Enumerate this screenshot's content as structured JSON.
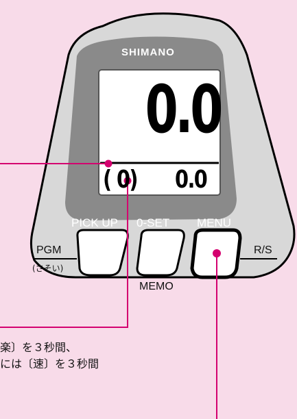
{
  "device": {
    "brand": "SHIMANO",
    "speed_main": "0.0",
    "lap_left": "( 0)",
    "lap_right": "0.0"
  },
  "buttons": {
    "pick_up": "PICK UP",
    "zero_set": "0-SET",
    "menu": "MENU",
    "pgm": "PGM",
    "pgm_sub": "(さそい)",
    "rs": "R/S",
    "memo": "MEMO"
  },
  "instructions": {
    "line1": "楽〕を３秒間、",
    "line2": "には〔速〕を３秒間"
  },
  "colors": {
    "background": "#f8dbe9",
    "body_outer": "#d8d8d8",
    "body_inner": "#8a8a8a",
    "callout": "#d4006f"
  }
}
